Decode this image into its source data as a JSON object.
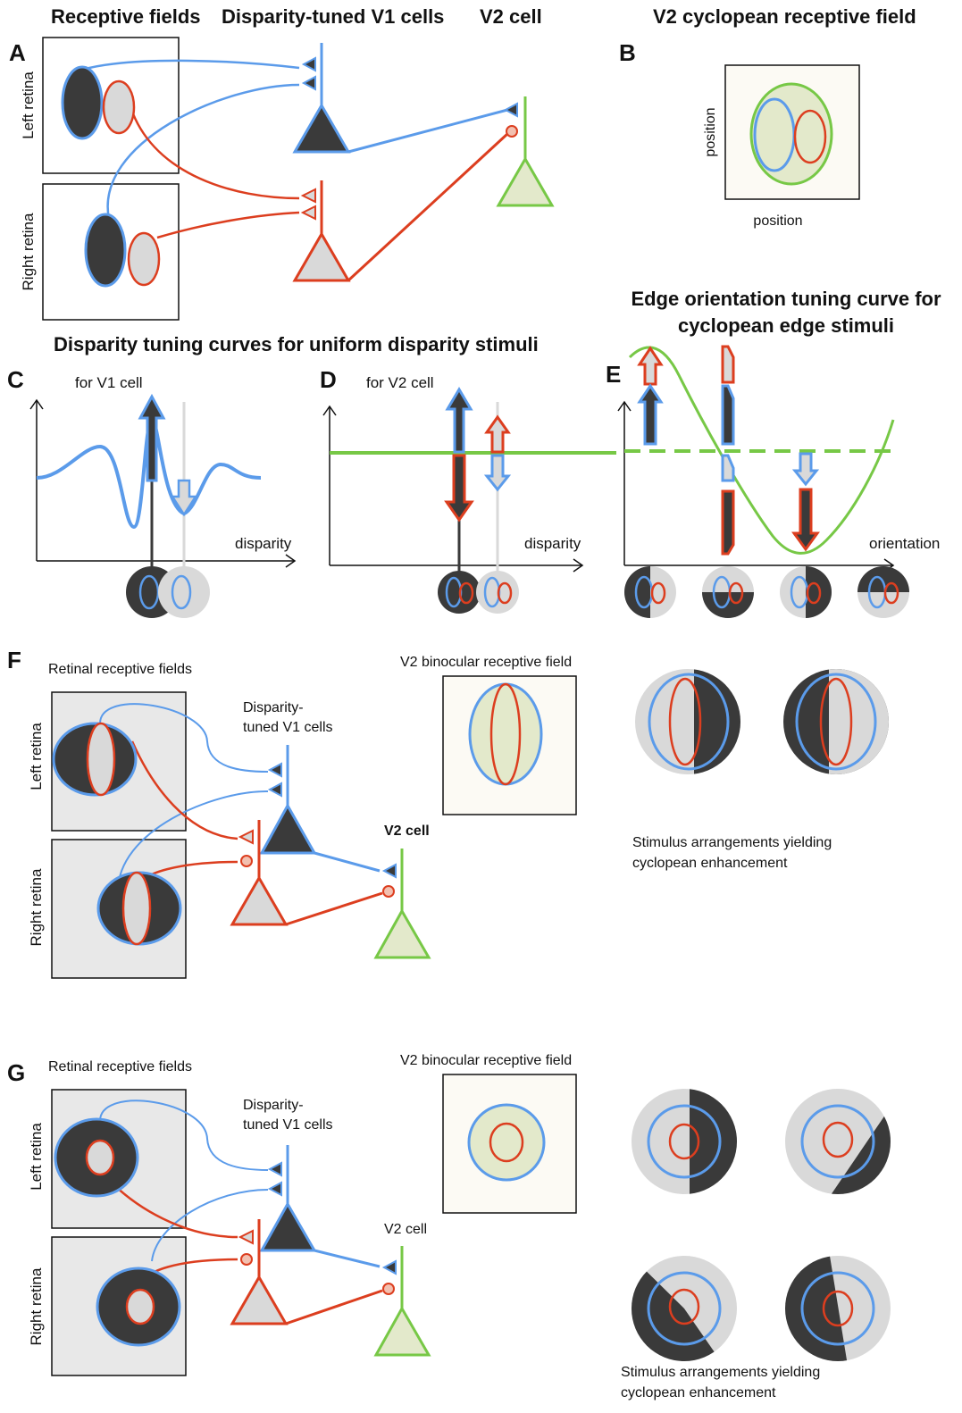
{
  "colors": {
    "blue": "#5b9bea",
    "red": "#dc3e1f",
    "green": "#77c846",
    "dark": "#3a3a3a",
    "light": "#d9d9d9",
    "panel_bg": "#e8e8e8",
    "rf_bg": "#fcfaf4",
    "rf_fill": "#e3e9cb"
  },
  "headers": {
    "receptive_fields": "Receptive fields",
    "v1_cells": "Disparity-tuned V1 cells",
    "v2_cell": "V2 cell",
    "v2_cyclopean_rf": "V2 cyclopean receptive field",
    "disparity_tuning": "Disparity tuning curves for uniform disparity stimuli",
    "edge_tuning_line1": "Edge orientation tuning curve for",
    "edge_tuning_line2": "cyclopean edge stimuli"
  },
  "panels": {
    "a": "A",
    "b": "B",
    "c": "C",
    "d": "D",
    "e": "E",
    "f": "F",
    "g": "G"
  },
  "labels": {
    "left_retina": "Left retina",
    "right_retina": "Right retina",
    "position_y": "position",
    "position_x": "position",
    "for_v1_cell": "for V1 cell",
    "for_v2_cell": "for V2 cell",
    "disparity_c": "disparity",
    "disparity_d": "disparity",
    "orientation": "orientation"
  },
  "panel_f": {
    "retinal_rf": "Retinal receptive fields",
    "v1_line1": "Disparity-",
    "v1_line2": "tuned V1 cells",
    "v2_cell": "V2 cell",
    "v2_binocular_rf": "V2 binocular receptive field",
    "left_retina": "Left retina",
    "right_retina": "Right retina",
    "stimulus_line1": "Stimulus arrangements yielding",
    "stimulus_line2": "cyclopean enhancement"
  },
  "panel_g": {
    "retinal_rf": "Retinal receptive fields",
    "v1_line1": "Disparity-",
    "v1_line2": "tuned V1 cells",
    "v2_cell": "V2 cell",
    "v2_binocular_rf": "V2 binocular receptive field",
    "left_retina": "Left retina",
    "right_retina": "Right retina",
    "stimulus_line1": "Stimulus arrangements yielding",
    "stimulus_line2": "cyclopean enhancement"
  }
}
